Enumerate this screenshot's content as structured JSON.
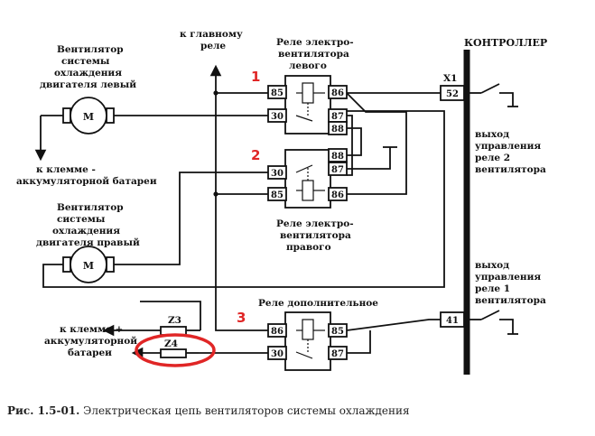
{
  "labels": {
    "fan_left": [
      "Вентилятор",
      "системы",
      "охлаждения",
      "двигателя левый"
    ],
    "fan_right": [
      "Вентилятор",
      "системы",
      "охлаждения",
      "двигателя правый"
    ],
    "to_main_relay": [
      "к главному",
      "реле"
    ],
    "relay_left": [
      "Реле электро-",
      "вентилятора",
      "левого"
    ],
    "relay_right": [
      "Реле электро-",
      "вентилятора",
      "правого"
    ],
    "relay_extra": "Реле дополнительное",
    "controller": "КОНТРОЛЛЕР",
    "to_batt_minus": [
      "к клемме -",
      "аккумуляторной батареи"
    ],
    "to_batt_plus": [
      "к клемме +",
      "аккумуляторной",
      "батареи"
    ],
    "out_relay2": [
      "выход",
      "управления",
      "реле 2",
      "вентилятора"
    ],
    "out_relay1": [
      "выход",
      "управления",
      "реле 1",
      "вентилятора"
    ],
    "motor_symbol": "M",
    "connector": "X1",
    "pin_52": "52",
    "pin_41": "41",
    "fuse_z3": "Z3",
    "fuse_z4": "Z4",
    "marker_1": "1",
    "marker_2": "2",
    "marker_3": "3",
    "pins": {
      "p85": "85",
      "p86": "86",
      "p30": "30",
      "p87": "87",
      "p88": "88"
    }
  },
  "caption": {
    "bold": "Рис. 1.5-01.",
    "text": " Электрическая цепь вентиляторов системы охлаждения"
  },
  "colors": {
    "highlight": "#e02626",
    "wire": "#111111"
  }
}
